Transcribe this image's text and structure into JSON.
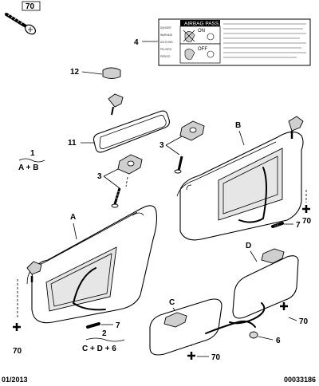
{
  "labels": {
    "p70": "70",
    "p4": "4",
    "p12": "12",
    "p11": "11",
    "p3a": "3",
    "p3b": "3",
    "p7a": "7",
    "p7b": "7",
    "p6": "6",
    "p70a": "70",
    "p70b": "70",
    "p70c": "70",
    "p70d": "70",
    "pA": "A",
    "pB": "B",
    "pC": "C",
    "pD": "D"
  },
  "variants": {
    "v1_num": "1",
    "v1_combo": "A + B",
    "v2_num": "2",
    "v2_combo": "C + D + 6"
  },
  "warning_label": {
    "title": "AIRBAG PASS.",
    "on": "ON",
    "off": "OFF",
    "languages": [
      "DANGER",
      "WARNING",
      "ACHTUNG",
      "PELIGRO",
      "PERIGO"
    ]
  },
  "footer": {
    "date": "01/2013",
    "ref": "00033186"
  }
}
